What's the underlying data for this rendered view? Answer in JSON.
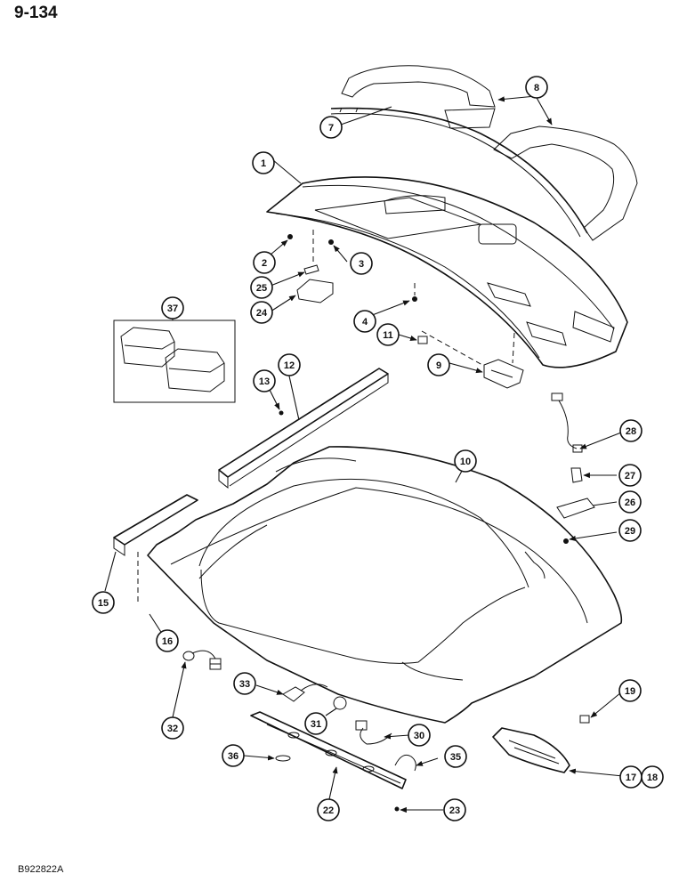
{
  "page": {
    "number": "9-134",
    "drawing_code": "B922822A"
  },
  "callouts": [
    "1",
    "2",
    "3",
    "4",
    "7",
    "8",
    "9",
    "10",
    "11",
    "12",
    "13",
    "15",
    "16",
    "17",
    "18",
    "19",
    "22",
    "23",
    "24",
    "25",
    "26",
    "27",
    "28",
    "29",
    "30",
    "31",
    "32",
    "33",
    "35",
    "36",
    "37"
  ],
  "colors": {
    "ink": "#111111",
    "paper": "#ffffff",
    "foam": "#555555"
  }
}
